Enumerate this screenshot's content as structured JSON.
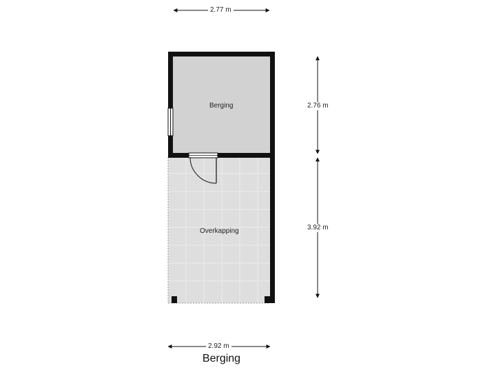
{
  "dimensions": {
    "top_width": "2.77 m",
    "bottom_width": "2.92 m",
    "upper_height": "2.76 m",
    "lower_height": "3.92 m"
  },
  "rooms": {
    "storage": "Berging",
    "covered": "Overkapping"
  },
  "title": "Berging",
  "colors": {
    "wall": "#111111",
    "storage_floor": "#d2d2d2",
    "covered_floor": "#dedede",
    "tile_line": "#eaeaea"
  }
}
